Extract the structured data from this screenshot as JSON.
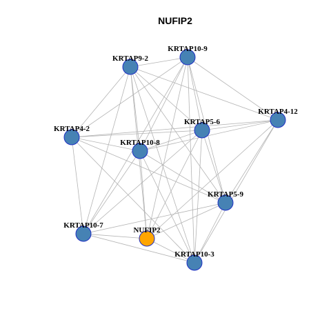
{
  "title": "NUFIP2",
  "colors": {
    "node_fill": "#4682b4",
    "node_stroke": "#1f2fc4",
    "focus_fill": "#ffa500",
    "edge": "#b3b3b3"
  },
  "focus_node": "NUFIP2",
  "nodes": [
    {
      "id": "KRTAP10-9",
      "label": "KRTAP10-9"
    },
    {
      "id": "KRTAP9-2",
      "label": "KRTAP9-2"
    },
    {
      "id": "KRTAP4-12",
      "label": "KRTAP4-12"
    },
    {
      "id": "KRTAP5-6",
      "label": "KRTAP5-6"
    },
    {
      "id": "KRTAP4-2",
      "label": "KRTAP4-2"
    },
    {
      "id": "KRTAP10-8",
      "label": "KRTAP10-8"
    },
    {
      "id": "KRTAP5-9",
      "label": "KRTAP5-9"
    },
    {
      "id": "KRTAP10-7",
      "label": "KRTAP10-7"
    },
    {
      "id": "NUFIP2",
      "label": "NUFIP2"
    },
    {
      "id": "KRTAP10-3",
      "label": "KRTAP10-3"
    }
  ],
  "edges": [
    [
      "KRTAP9-2",
      "KRTAP10-9"
    ],
    [
      "KRTAP9-2",
      "KRTAP5-6"
    ],
    [
      "KRTAP9-2",
      "KRTAP10-8"
    ],
    [
      "KRTAP9-2",
      "KRTAP5-9"
    ],
    [
      "KRTAP9-2",
      "KRTAP10-3"
    ],
    [
      "KRTAP9-2",
      "KRTAP4-2"
    ],
    [
      "KRTAP9-2",
      "KRTAP10-7"
    ],
    [
      "KRTAP9-2",
      "NUFIP2"
    ],
    [
      "KRTAP9-2",
      "KRTAP4-12"
    ],
    [
      "KRTAP10-9",
      "KRTAP4-12"
    ],
    [
      "KRTAP10-9",
      "KRTAP5-6"
    ],
    [
      "KRTAP10-9",
      "KRTAP10-8"
    ],
    [
      "KRTAP10-9",
      "KRTAP5-9"
    ],
    [
      "KRTAP10-9",
      "KRTAP10-3"
    ],
    [
      "KRTAP10-9",
      "KRTAP4-2"
    ],
    [
      "KRTAP10-9",
      "KRTAP10-7"
    ],
    [
      "KRTAP10-9",
      "NUFIP2"
    ],
    [
      "KRTAP4-12",
      "KRTAP5-6"
    ],
    [
      "KRTAP4-12",
      "KRTAP10-8"
    ],
    [
      "KRTAP4-12",
      "KRTAP5-9"
    ],
    [
      "KRTAP4-12",
      "KRTAP10-3"
    ],
    [
      "KRTAP4-12",
      "KRTAP4-2"
    ],
    [
      "KRTAP4-12",
      "NUFIP2"
    ],
    [
      "KRTAP5-6",
      "KRTAP4-2"
    ],
    [
      "KRTAP5-6",
      "KRTAP10-8"
    ],
    [
      "KRTAP5-6",
      "KRTAP5-9"
    ],
    [
      "KRTAP5-6",
      "KRTAP10-7"
    ],
    [
      "KRTAP5-6",
      "KRTAP10-3"
    ],
    [
      "KRTAP5-6",
      "NUFIP2"
    ],
    [
      "KRTAP4-2",
      "KRTAP10-8"
    ],
    [
      "KRTAP4-2",
      "KRTAP10-7"
    ],
    [
      "KRTAP4-2",
      "KRTAP5-9"
    ],
    [
      "KRTAP4-2",
      "KRTAP10-3"
    ],
    [
      "KRTAP10-8",
      "KRTAP5-9"
    ],
    [
      "KRTAP10-8",
      "KRTAP10-7"
    ],
    [
      "KRTAP10-8",
      "KRTAP10-3"
    ],
    [
      "KRTAP10-8",
      "NUFIP2"
    ],
    [
      "KRTAP5-9",
      "KRTAP10-7"
    ],
    [
      "KRTAP5-9",
      "KRTAP10-3"
    ],
    [
      "KRTAP5-9",
      "NUFIP2"
    ],
    [
      "KRTAP10-7",
      "KRTAP10-3"
    ],
    [
      "KRTAP10-7",
      "NUFIP2"
    ],
    [
      "NUFIP2",
      "KRTAP10-3"
    ]
  ]
}
